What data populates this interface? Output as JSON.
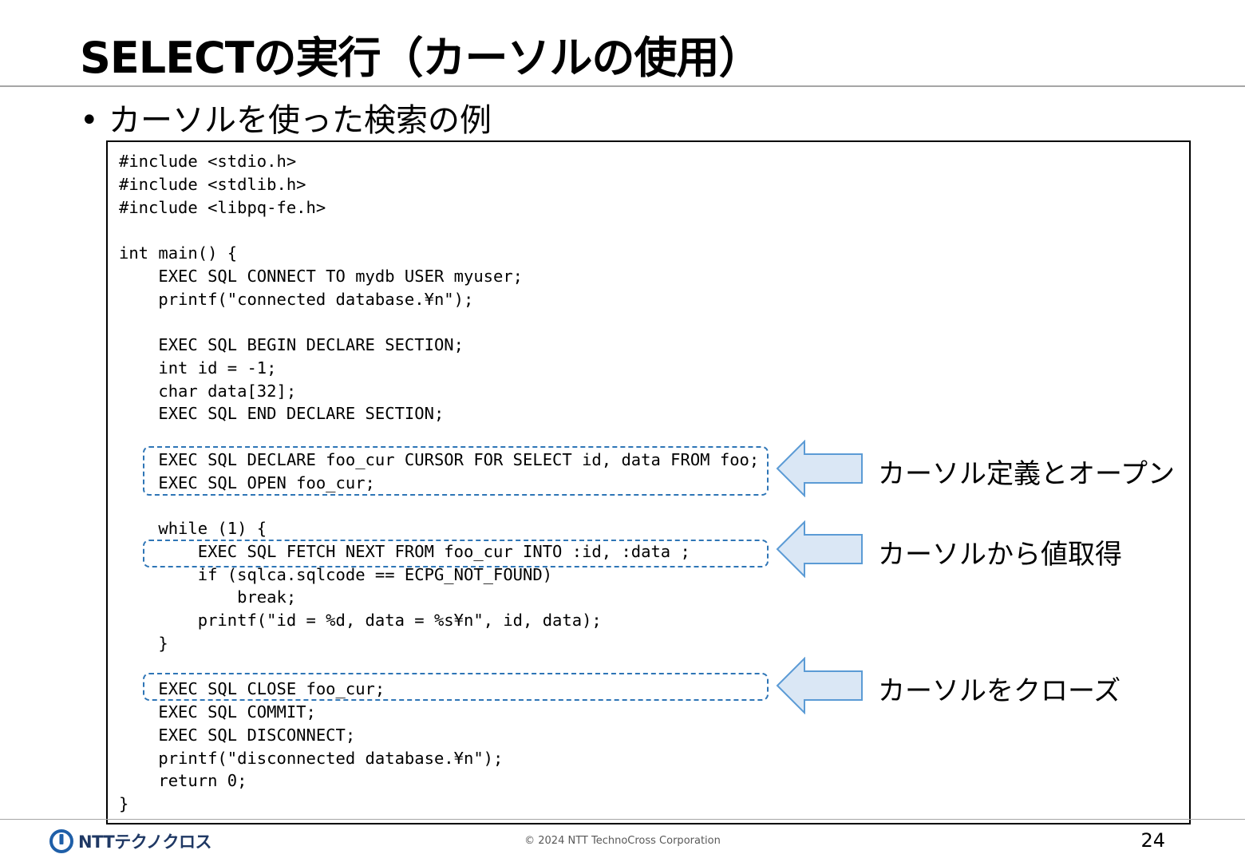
{
  "slide": {
    "title": "SELECTの実行（カーソルの使用）",
    "bullet": "カーソルを使った検索の例"
  },
  "code_lines": [
    "#include <stdio.h>",
    "#include <stdlib.h>",
    "#include <libpq-fe.h>",
    "",
    "int main() {",
    "    EXEC SQL CONNECT TO mydb USER myuser;",
    "    printf(\"connected database.¥n\");",
    "",
    "    EXEC SQL BEGIN DECLARE SECTION;",
    "    int id = -1;",
    "    char data[32];",
    "    EXEC SQL END DECLARE SECTION;",
    "",
    "    EXEC SQL DECLARE foo_cur CURSOR FOR SELECT id, data FROM foo;",
    "    EXEC SQL OPEN foo_cur;",
    "",
    "    while (1) {",
    "        EXEC SQL FETCH NEXT FROM foo_cur INTO :id, :data ;",
    "        if (sqlca.sqlcode == ECPG_NOT_FOUND)",
    "            break;",
    "        printf(\"id = %d, data = %s¥n\", id, data);",
    "    }",
    "",
    "    EXEC SQL CLOSE foo_cur;",
    "    EXEC SQL COMMIT;",
    "    EXEC SQL DISCONNECT;",
    "    printf(\"disconnected database.¥n\");",
    "    return 0;",
    "}"
  ],
  "callouts": {
    "open": "カーソル定義とオープン",
    "fetch": "カーソルから値取得",
    "close": "カーソルをクローズ"
  },
  "footer": {
    "logo_text": "NTTテクノクロス",
    "copyright": "© 2024 NTT TechnoCross Corporation",
    "page_number": "24"
  },
  "colors": {
    "highlight_border": "#2e75b6",
    "arrow_fill": "#dae7f5",
    "arrow_stroke": "#5b9bd5",
    "logo": "#1f3864"
  },
  "icons": {
    "logo_mark": "ntt-logo-icon",
    "arrows": "left-arrow-icon"
  }
}
